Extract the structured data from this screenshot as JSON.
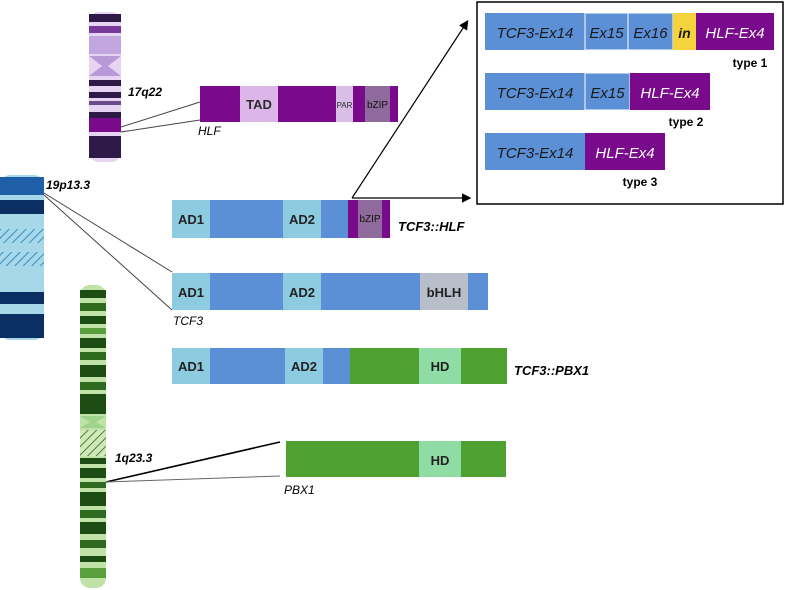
{
  "chromosomes": {
    "chr17": {
      "band_label": "17q22",
      "colors": {
        "light": "#e6d5f2",
        "mid": "#c2a6e0",
        "dark": "#2e1a47",
        "purple": "#7a0a8c",
        "pink": "#c9b3e6"
      }
    },
    "chr19": {
      "band_label": "19p13.3",
      "colors": {
        "light": "#a7d8ea",
        "blue": "#1f5fa8",
        "navy": "#0b2f63",
        "hatch": "#6fb9d8"
      }
    },
    "chr1": {
      "band_label": "1q23.3",
      "colors": {
        "light": "#bfe3a7",
        "dark": "#1e4d14",
        "mid": "#5aa13d"
      }
    }
  },
  "proteins": {
    "hlf": {
      "label": "HLF",
      "domains": [
        "TAD",
        "PAR",
        "bZIP"
      ]
    },
    "tcf3": {
      "label": "TCF3",
      "domains": [
        "AD1",
        "AD2",
        "bHLH"
      ]
    },
    "tcf3_hlf": {
      "label": "TCF3::HLF",
      "domains": [
        "AD1",
        "AD2",
        "bZIP"
      ]
    },
    "tcf3_pbx1": {
      "label": "TCF3::PBX1",
      "domains": [
        "AD1",
        "AD2",
        "HD"
      ]
    },
    "pbx1": {
      "label": "PBX1",
      "domains": [
        "HD"
      ]
    }
  },
  "fusion_types": [
    {
      "exons": [
        "TCF3-Ex14",
        "Ex15",
        "Ex16",
        "in",
        "HLF-Ex4"
      ],
      "type_label": "type 1"
    },
    {
      "exons": [
        "TCF3-Ex14",
        "Ex15",
        "HLF-Ex4"
      ],
      "type_label": "type 2"
    },
    {
      "exons": [
        "TCF3-Ex14",
        "HLF-Ex4"
      ],
      "type_label": "type 3"
    }
  ],
  "colors": {
    "tcf3_blue": "#5b8fd6",
    "ad_light": "#8ccbe0",
    "bhlh_gray": "#b8bec9",
    "hlf_purple": "#7a0a8c",
    "tad_pink": "#dcb6e8",
    "par_light": "#d8bfe8",
    "bzip_gray": "#8f6a9c",
    "pbx1_green": "#4ea02f",
    "hd_green": "#8fdca4",
    "intron_yellow": "#f5d33b"
  }
}
